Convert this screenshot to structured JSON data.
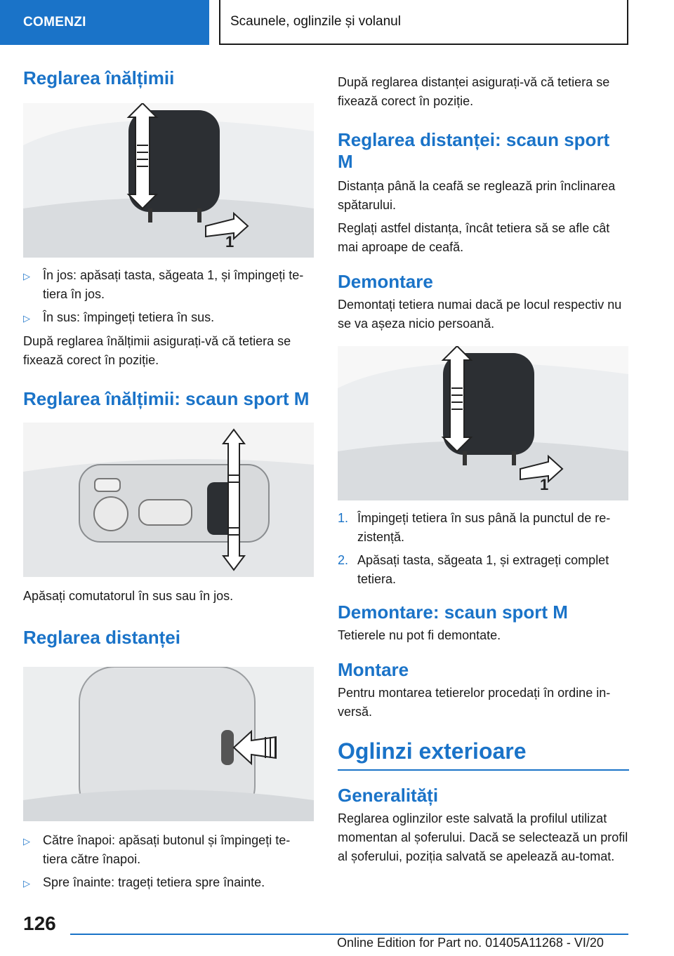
{
  "header": {
    "section": "COMENZI",
    "chapter": "Scaunele, oglinzile și volanul"
  },
  "left": {
    "h1": "Reglarea înălțimii",
    "bullets1": [
      "În jos: apăsați tasta, săgeata 1, și împingeți te‐tiera în jos.",
      "În sus: împingeți tetiera în sus."
    ],
    "p1": "După reglarea înălțimii asigurați-vă că tetiera se fixează corect în poziție.",
    "h2": "Reglarea înălțimii: scaun sport M",
    "p2": "Apăsați comutatorul în sus sau în jos.",
    "h3": "Reglarea distanței",
    "bullets2": [
      "Către înapoi: apăsați butonul și împingeți te‐tiera către înapoi.",
      "Spre înainte: trageți tetiera spre înainte."
    ]
  },
  "right": {
    "p0": "După reglarea distanței asigurați-vă că tetiera se fixează corect în poziție.",
    "h1": "Reglarea distanței: scaun sport M",
    "p1": "Distanța până la ceafă se reglează prin înclinarea spătarului.",
    "p2": "Reglați astfel distanța, încât tetiera să se afle cât mai aproape de ceafă.",
    "h2": "Demontare",
    "p3": "Demontați tetiera numai dacă pe locul respectiv nu se va așeza nicio persoană.",
    "steps": [
      "Împingeți tetiera în sus până la punctul de re‐zistență.",
      "Apăsați tasta, săgeata 1, și extrageți complet tetiera."
    ],
    "h3": "Demontare: scaun sport M",
    "p4": "Tetierele nu pot fi demontate.",
    "h4": "Montare",
    "p5": "Pentru montarea tetierelor procedați în ordine in‐versă.",
    "h5": "Oglinzi exterioare",
    "h6": "Generalități",
    "p6": "Reglarea oglinzilor este salvată la profilul utilizat momentan al șoferului. Dacă se selectează un profil al șoferului, poziția salvată se apelează au‐tomat."
  },
  "figure_callout": "1",
  "footer": {
    "page": "126",
    "edition": "Online Edition for Part no. 01405A11268 - VI/20"
  },
  "markers": {
    "bullet": "▷",
    "step1": "1.",
    "step2": "2."
  },
  "colors": {
    "accent": "#1a73c8",
    "text": "#1a1a1a"
  }
}
